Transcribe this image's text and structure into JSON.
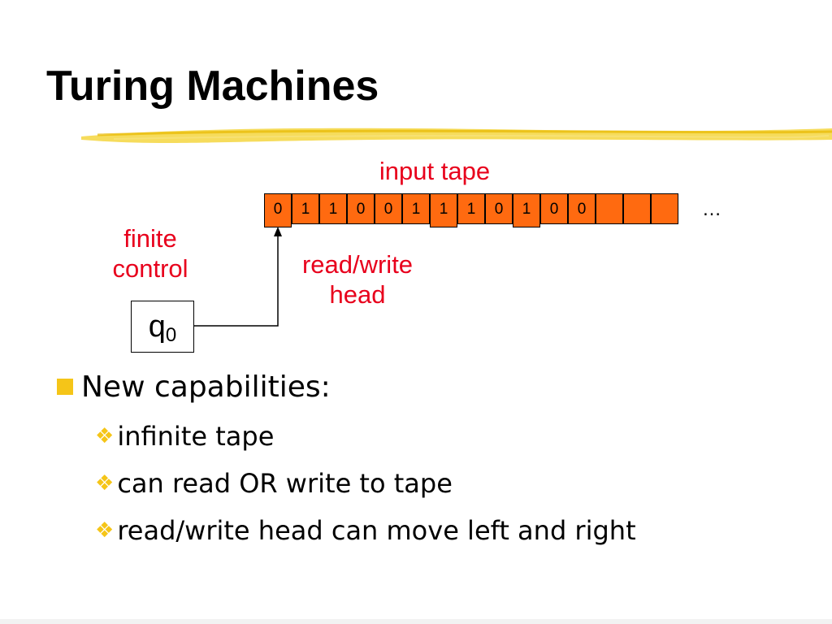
{
  "slide": {
    "title": "Turing Machines",
    "accent_color": "#f5c518",
    "label_color": "#e8001c",
    "tape_color": "#ff6a10"
  },
  "diagram": {
    "input_tape_label": "input tape",
    "finite_control_label_line1": "finite",
    "finite_control_label_line2": "control",
    "head_label_line1": "read/write",
    "head_label_line2": "head",
    "tape_cells": [
      "0",
      "1",
      "1",
      "0",
      "0",
      "1",
      "1",
      "1",
      "0",
      "1",
      "0",
      "0",
      "",
      "",
      ""
    ],
    "ellipsis": "…",
    "state_symbol": "q",
    "state_subscript": "0"
  },
  "bullets": {
    "heading": "New capabilities:",
    "items": [
      "infinite tape",
      "can read OR write to tape",
      "read/write head can move left and right"
    ]
  }
}
